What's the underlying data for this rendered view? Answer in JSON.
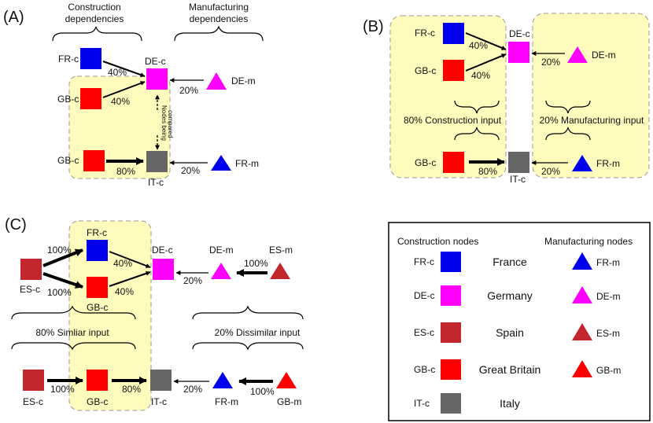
{
  "panels": {
    "a": {
      "letter": "(A)",
      "construction_header": [
        "Construction",
        "dependencies"
      ],
      "manufacturing_header": [
        "Manufacturing",
        "dependencies"
      ],
      "nodes": {
        "fr_c": "FR-c",
        "gb_c_top": "GB-c",
        "gb_c_bottom": "GB-c",
        "de_c": "DE-c",
        "it_c": "IT-c",
        "de_m": "DE-m",
        "fr_m": "FR-m"
      },
      "edges": {
        "fr_to_de": "40%",
        "gb_to_de": "40%",
        "gb_to_it": "80%",
        "dem_to_de": "20%",
        "frm_to_it": "20%"
      },
      "compare_label": [
        "Nodes being",
        "compared"
      ]
    },
    "b": {
      "letter": "(B)",
      "nodes": {
        "fr_c": "FR-c",
        "gb_c_top": "GB-c",
        "gb_c_bottom": "GB-c",
        "de_c": "DE-c",
        "it_c": "IT-c",
        "de_m": "DE-m",
        "fr_m": "FR-m"
      },
      "edges": {
        "fr_to_de": "40%",
        "gb_to_de": "40%",
        "gb_to_it": "80%",
        "dem_to_de": "20%",
        "frm_to_it": "20%"
      },
      "construction_input": "80% Construction input",
      "manufacturing_input": "20% Manufacturing input"
    },
    "c": {
      "letter": "(C)",
      "nodes": {
        "es_c_top": "ES-c",
        "fr_c": "FR-c",
        "gb_c_top": "GB-c",
        "de_c": "DE-c",
        "de_m": "DE-m",
        "es_m": "ES-m",
        "es_c_bottom": "ES-c",
        "gb_c_bottom": "GB-c",
        "it_c": "IT-c",
        "fr_m": "FR-m",
        "gb_m": "GB-m"
      },
      "edges": {
        "es_to_fr": "100%",
        "es_to_gb": "100%",
        "fr_to_de": "40%",
        "gb_to_de": "40%",
        "dem_to_de": "20%",
        "esm_to_dem": "100%",
        "esc_to_gbc": "100%",
        "gb_to_it": "80%",
        "frm_to_it": "20%",
        "gbm_to_frm": "100%"
      },
      "similar_input": "80% Simliar input",
      "dissimilar_input": "20% Dissimilar input"
    }
  },
  "legend": {
    "construction_header": "Construction nodes",
    "manufacturing_header": "Manufacturing nodes",
    "rows": [
      {
        "code_c": "FR-c",
        "country": "France",
        "code_m": "FR-m",
        "color": "#0000ee"
      },
      {
        "code_c": "DE-c",
        "country": "Germany",
        "code_m": "DE-m",
        "color": "#ff00ff"
      },
      {
        "code_c": "ES-c",
        "country": "Spain",
        "code_m": "ES-m",
        "color": "#c1272d"
      },
      {
        "code_c": "GB-c",
        "country": "Great Britain",
        "code_m": "GB-m",
        "color": "#ff0000"
      },
      {
        "code_c": "IT-c",
        "country": "Italy",
        "code_m": "",
        "color": "#666666"
      }
    ]
  },
  "colors": {
    "france": "#0000ee",
    "germany": "#ff00ff",
    "spain": "#c1272d",
    "great_britain": "#ff0000",
    "italy": "#666666",
    "highlight": "#fefbbd"
  }
}
